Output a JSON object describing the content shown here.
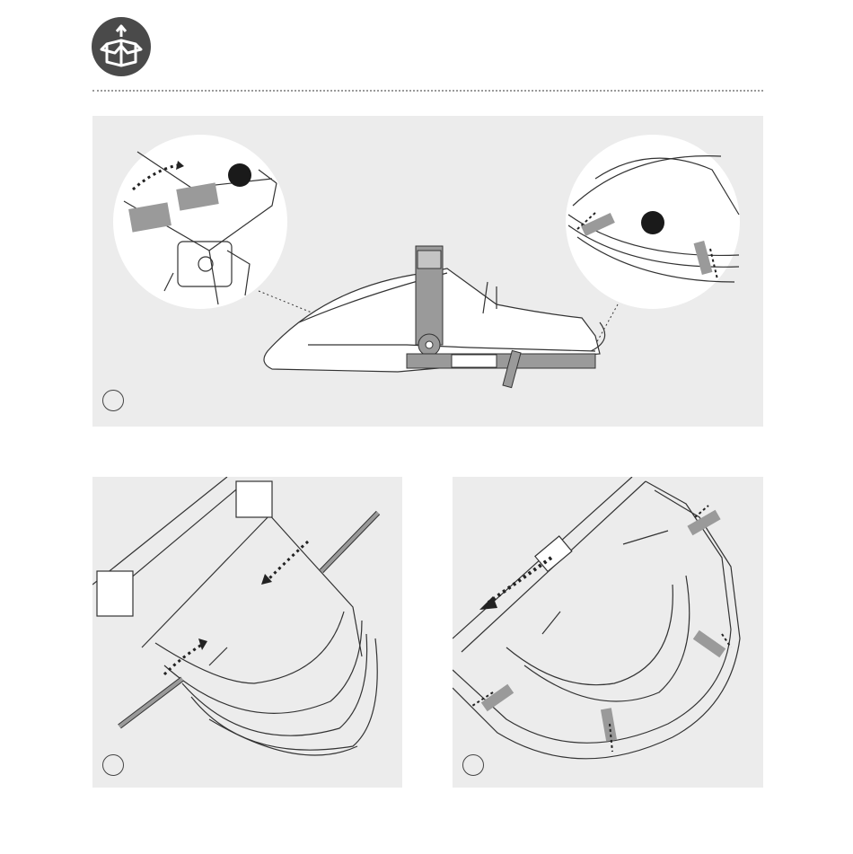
{
  "header": {
    "icon": "unbox-icon",
    "icon_color": "#4a4a4a"
  },
  "colors": {
    "panel_background": "#ececec",
    "line": "#333333",
    "strap": "#9a9a9a"
  },
  "panels": [
    {
      "name": "step-panel-1",
      "step_label": ""
    },
    {
      "name": "step-panel-2",
      "step_label": ""
    },
    {
      "name": "step-panel-3",
      "step_label": ""
    }
  ],
  "callouts": [
    {
      "name": "callout-left",
      "label": ""
    },
    {
      "name": "callout-right",
      "label": ""
    }
  ]
}
